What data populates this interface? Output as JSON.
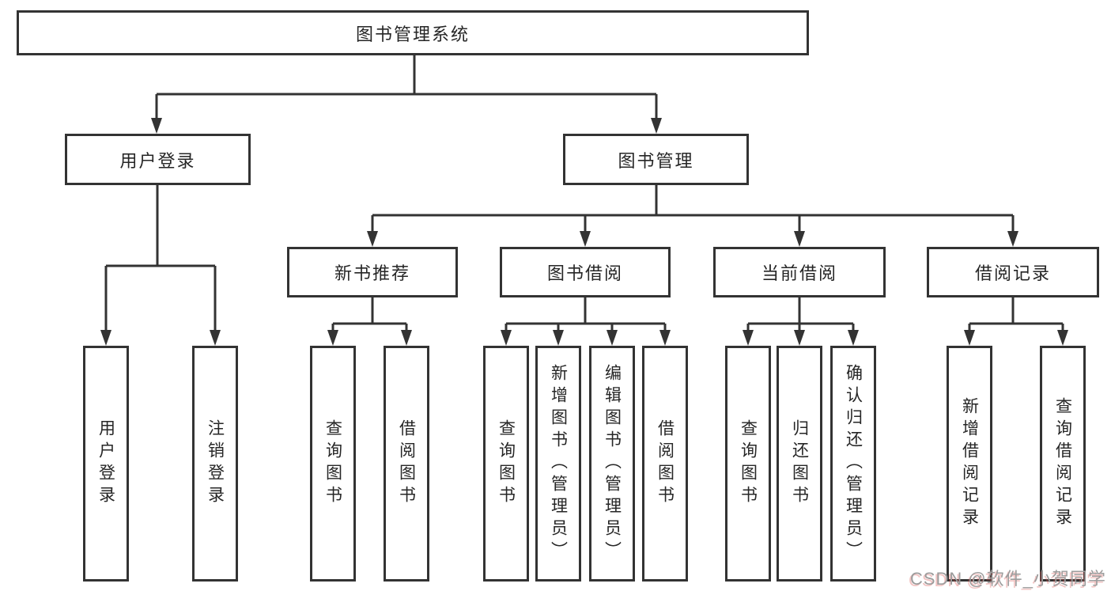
{
  "nodes": {
    "root": "图书管理系统",
    "user_login": "用户登录",
    "book_mgmt": "图书管理",
    "new_book_rec": "新书推荐",
    "book_borrow": "图书借阅",
    "current_borrow": "当前借阅",
    "borrow_records": "借阅记录",
    "leaf_user_login": "用户登录",
    "leaf_logout": "注销登录",
    "leaf_nb_query": "查询图书",
    "leaf_nb_borrow": "借阅图书",
    "leaf_bb_query": "查询图书",
    "leaf_bb_add": "新增图书（管理员）",
    "leaf_bb_edit": "编辑图书（管理员）",
    "leaf_bb_borrow": "借阅图书",
    "leaf_cb_query": "查询图书",
    "leaf_cb_return": "归还图书",
    "leaf_cb_confirm": "确认归还（管理员）",
    "leaf_br_add": "新增借阅记录",
    "leaf_br_query": "查询借阅记录"
  },
  "hierarchy": {
    "root": "图书管理系统",
    "children": [
      {
        "label": "用户登录",
        "children": [
          "用户登录",
          "注销登录"
        ]
      },
      {
        "label": "图书管理",
        "children": [
          {
            "label": "新书推荐",
            "children": [
              "查询图书",
              "借阅图书"
            ]
          },
          {
            "label": "图书借阅",
            "children": [
              "查询图书",
              "新增图书（管理员）",
              "编辑图书（管理员）",
              "借阅图书"
            ]
          },
          {
            "label": "当前借阅",
            "children": [
              "查询图书",
              "归还图书",
              "确认归还（管理员）"
            ]
          },
          {
            "label": "借阅记录",
            "children": [
              "新增借阅记录",
              "查询借阅记录"
            ]
          }
        ]
      }
    ]
  },
  "watermark": "CSDN @软件_小贺同学",
  "colors": {
    "line": "#333333",
    "text": "#262626",
    "background": "#ffffff",
    "watermark": "#9c9c9c",
    "watermark_accent": "#d9534f"
  }
}
